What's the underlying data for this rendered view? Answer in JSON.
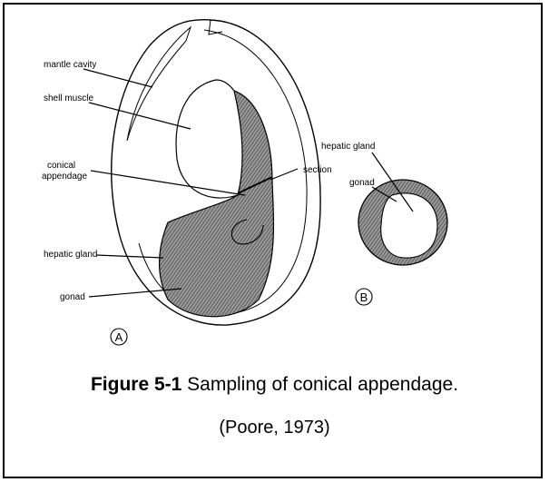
{
  "figure": {
    "part_a_marker": "A",
    "part_b_marker": "B",
    "labels_a": {
      "mantle_cavity": "mantle cavity",
      "shell_muscle": "shell muscle",
      "conical_line1": "conical",
      "conical_line2": "appendage",
      "hepatic_gland": "hepatic gland",
      "gonad": "gonad",
      "section": "section"
    },
    "labels_b": {
      "hepatic_gland": "hepatic gland",
      "gonad": "gonad"
    }
  },
  "caption": {
    "number": "Figure 5-1",
    "text": " Sampling of conical appendage.",
    "citation": "(Poore, 1973)"
  }
}
